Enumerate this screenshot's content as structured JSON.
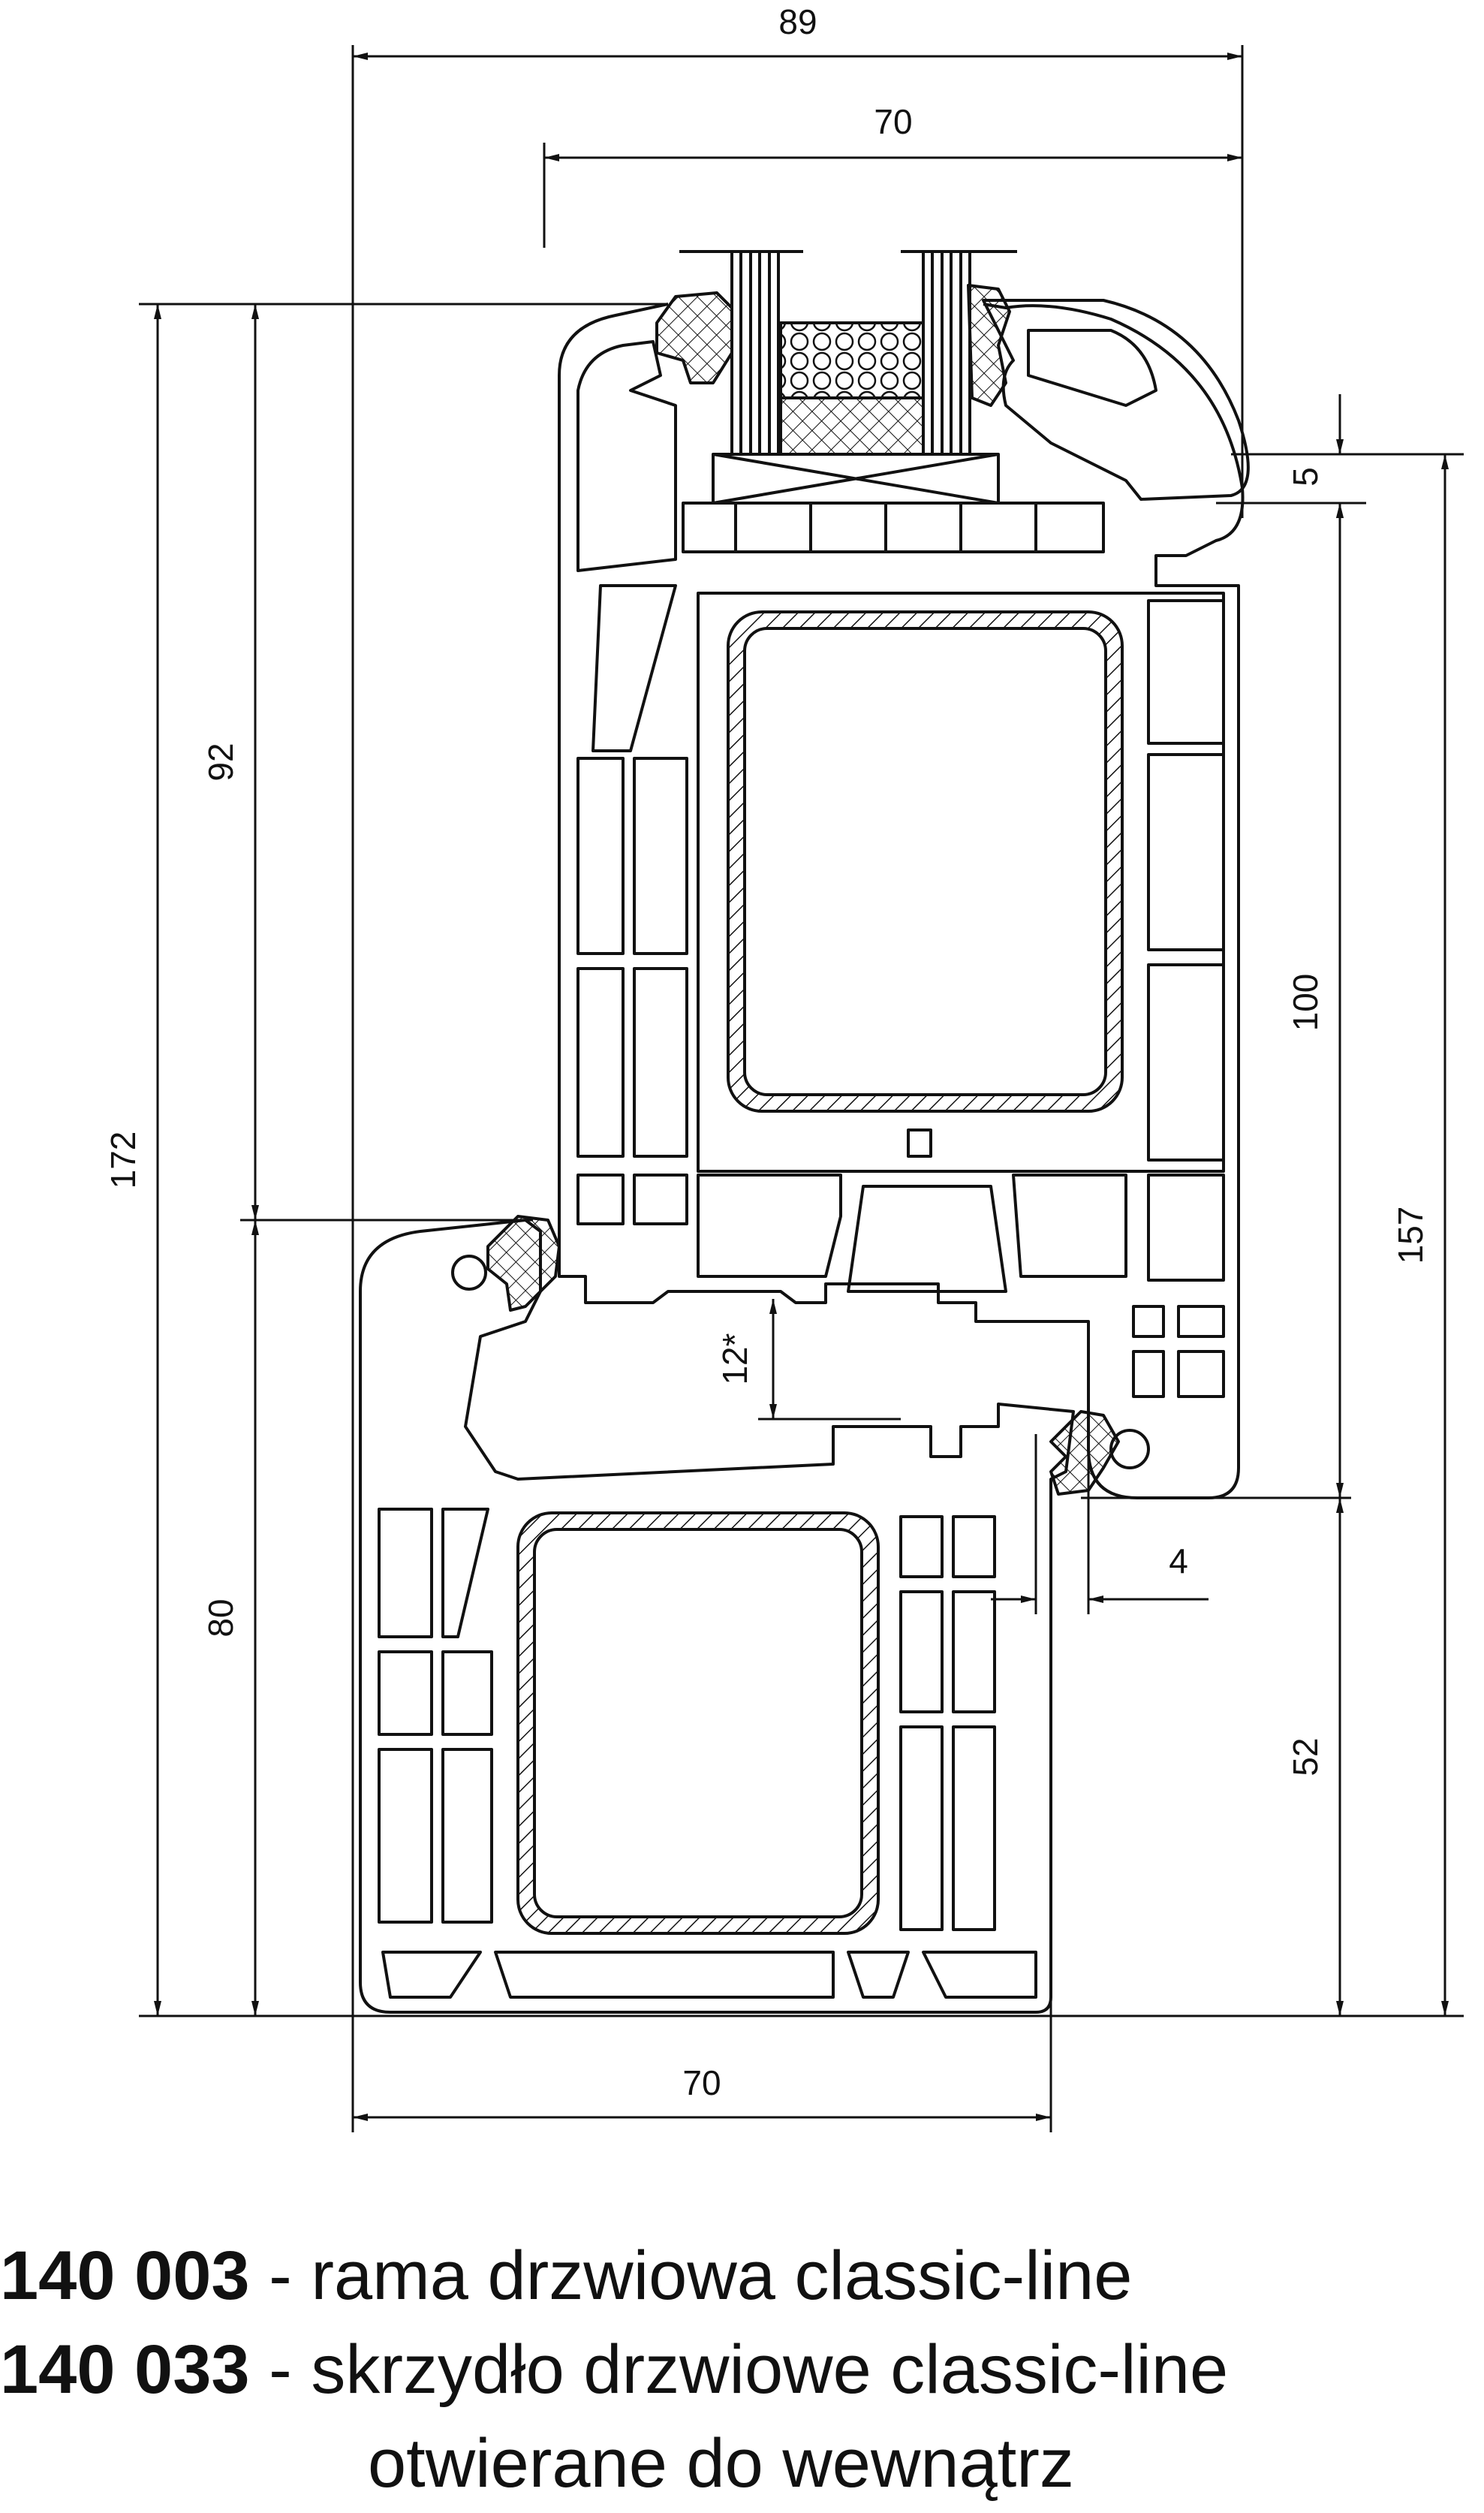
{
  "dimensions": {
    "overall_width": "89",
    "frame_depth_top": "70",
    "overall_height": "172",
    "sash_height": "92",
    "frame_height": "80",
    "glazing_offset": "5",
    "sash_depth": "100",
    "frame_to_top": "157",
    "gap": "12*",
    "overlap": "4",
    "frame_lower": "52",
    "frame_depth_bottom": "70"
  },
  "captions": [
    {
      "code": "140 003",
      "separator": " - ",
      "text": "rama drzwiowa classic-line"
    },
    {
      "code": "140 033",
      "separator": " - ",
      "text": "skrzydło drzwiowe classic-line"
    },
    {
      "code": "",
      "separator": "",
      "text": "otwierane do wewnątrz"
    }
  ],
  "colors": {
    "line": "#111111",
    "background": "#ffffff"
  }
}
